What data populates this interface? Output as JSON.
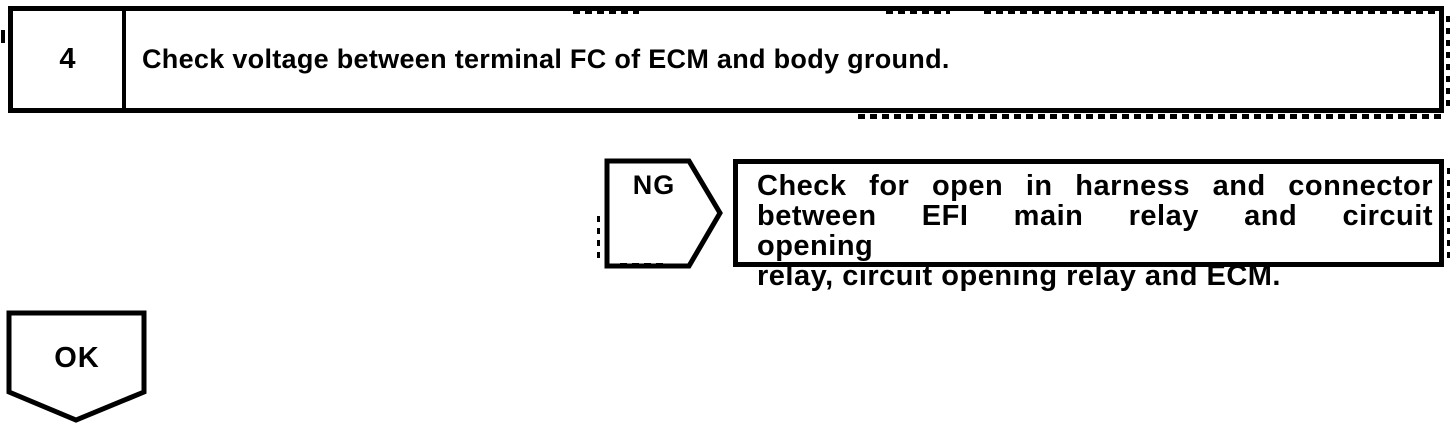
{
  "colors": {
    "ink": "#000000",
    "paper": "#ffffff"
  },
  "flowchart": {
    "step": {
      "number": "4",
      "instruction": "Check voltage between terminal FC of ECM and body ground."
    },
    "ng": {
      "label": "NG",
      "result_lines": [
        "Check for open in harness and connector",
        "between EFI main relay and circuit opening",
        "relay, circuit opening relay and ECM."
      ]
    },
    "ok": {
      "label": "OK"
    }
  }
}
